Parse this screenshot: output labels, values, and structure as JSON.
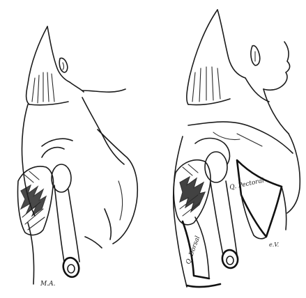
{
  "figure": {
    "left_panel": {
      "signature": "M.A."
    },
    "right_panel": {
      "label_upper": "Q. Pectoral",
      "label_lower": "Q. Dorsal",
      "signature": "e.V."
    }
  }
}
